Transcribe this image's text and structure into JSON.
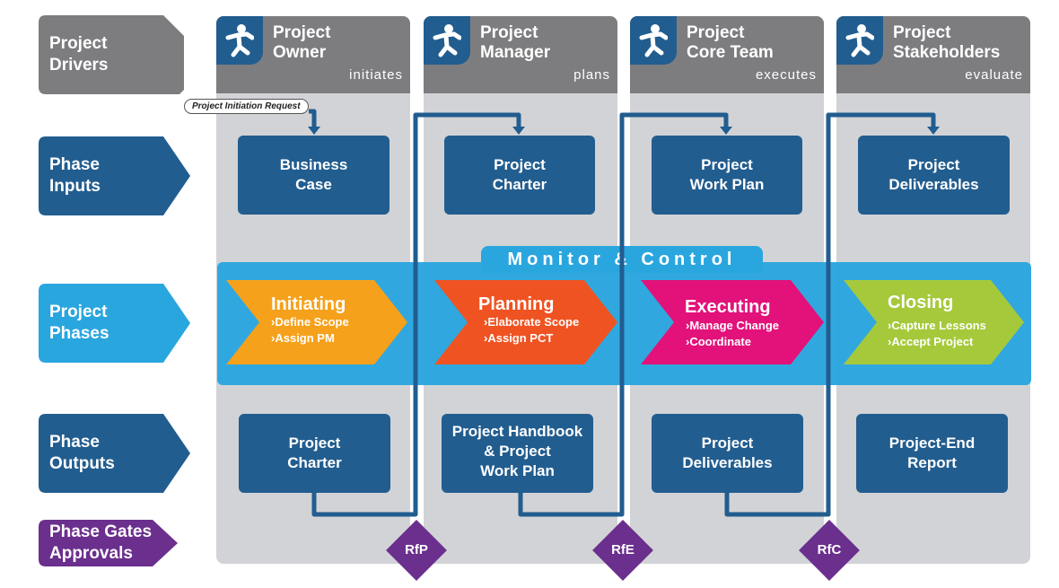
{
  "columns": [
    {
      "title": "Project\nOwner",
      "verb": "initiates"
    },
    {
      "title": "Project\nManager",
      "verb": "plans"
    },
    {
      "title": "Project\nCore Team",
      "verb": "executes"
    },
    {
      "title": "Project\nStakeholders",
      "verb": "evaluate"
    }
  ],
  "rows": {
    "drivers": "Project\nDrivers",
    "inputs": "Phase\nInputs",
    "phases": "Project\nPhases",
    "outputs": "Phase\nOutputs",
    "gates": "Phase Gates\nApprovals"
  },
  "initiation_request": "Project Initiation Request",
  "inputs": [
    "Business\nCase",
    "Project\nCharter",
    "Project\nWork Plan",
    "Project\nDeliverables"
  ],
  "monitor_label": "Monitor & Control",
  "phases": [
    {
      "title": "Initiating",
      "items": [
        "Define Scope",
        "Assign PM"
      ],
      "color": "#f5a11b"
    },
    {
      "title": "Planning",
      "items": [
        "Elaborate Scope",
        "Assign PCT"
      ],
      "color": "#ef5322"
    },
    {
      "title": "Executing",
      "items": [
        "Manage Change",
        "Coordinate"
      ],
      "color": "#e2127a"
    },
    {
      "title": "Closing",
      "items": [
        "Capture Lessons",
        "Accept Project"
      ],
      "color": "#a5c93a"
    }
  ],
  "outputs": [
    "Project\nCharter",
    "Project Handbook\n& Project\nWork Plan",
    "Project\nDeliverables",
    "Project-End\nReport"
  ],
  "gates": [
    "RfP",
    "RfE",
    "RfC"
  ],
  "colors": {
    "column_bg": "#d2d3d6",
    "column_header": "#7d7d80",
    "dark_blue": "#225d8f",
    "light_blue": "#2aa6df",
    "purple": "#6b2f8d"
  }
}
